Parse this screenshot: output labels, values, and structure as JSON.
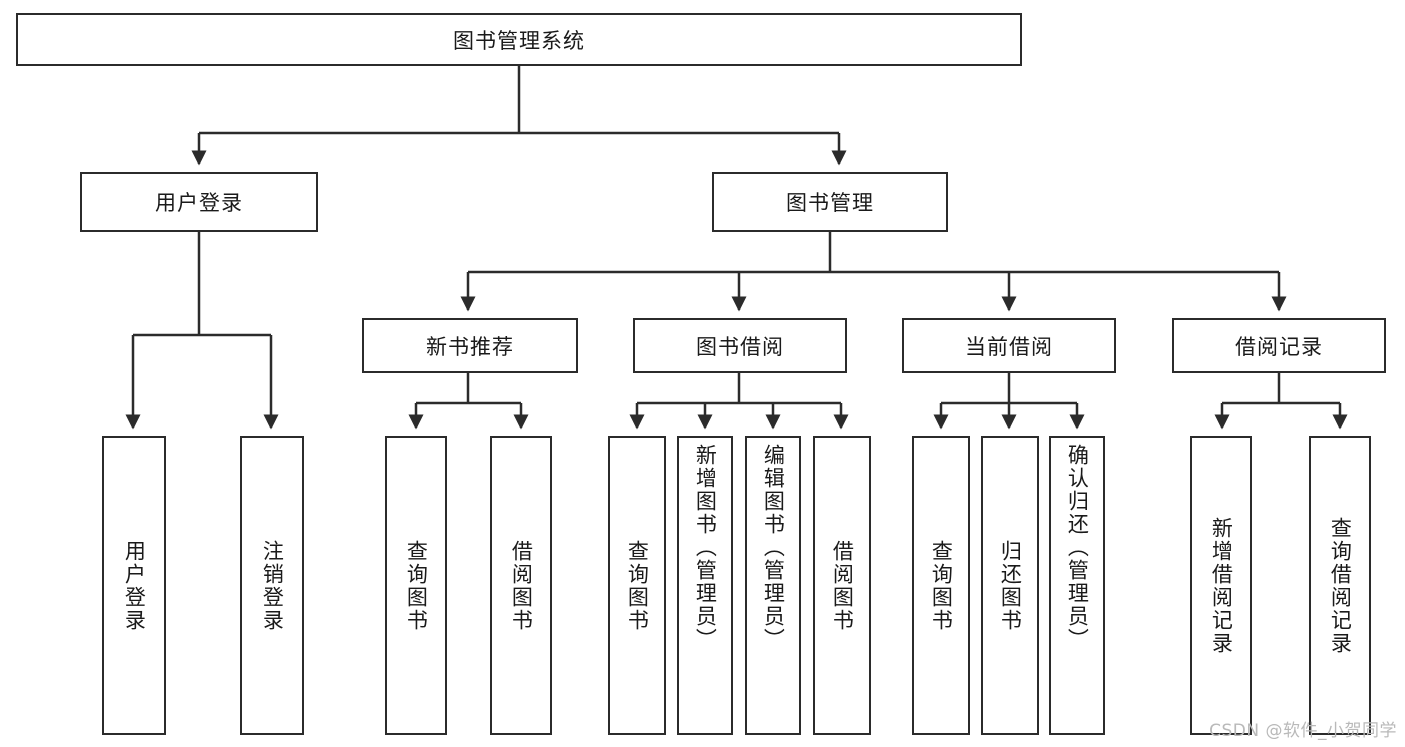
{
  "diagram": {
    "title": "图书管理系统",
    "type": "hierarchy-tree",
    "colors": {
      "box_border": "#2b2b2b",
      "box_fill": "#ffffff",
      "edge": "#2b2b2b",
      "text": "#1a1a1a",
      "watermark": "#b9b9b9"
    },
    "levels": {
      "root": "图书管理系统",
      "level2": [
        "用户登录",
        "图书管理"
      ],
      "level3": [
        "新书推荐",
        "图书借阅",
        "当前借阅",
        "借阅记录"
      ],
      "leaves": [
        "用户登录",
        "注销登录",
        "查询图书",
        "借阅图书",
        "查询图书",
        "新增图书（管理员）",
        "编辑图书（管理员）",
        "借阅图书",
        "查询图书",
        "归还图书",
        "确认归还（管理员）",
        "新增借阅记录",
        "查询借阅记录"
      ]
    }
  },
  "nodes": {
    "root": {
      "label": "图书管理系统"
    },
    "user_login": {
      "label": "用户登录"
    },
    "book_manage": {
      "label": "图书管理"
    },
    "new_book_rec": {
      "label": "新书推荐"
    },
    "book_borrow": {
      "label": "图书借阅"
    },
    "current_borrow": {
      "label": "当前借阅"
    },
    "borrow_record": {
      "label": "借阅记录"
    },
    "leaf_user_login": {
      "label": "用户登录"
    },
    "leaf_logout": {
      "label": "注销登录"
    },
    "leaf_query_book_a": {
      "label": "查询图书"
    },
    "leaf_borrow_book_a": {
      "label": "借阅图书"
    },
    "leaf_query_book_b": {
      "label": "查询图书"
    },
    "leaf_add_book": {
      "label": "新增图书（管理员）"
    },
    "leaf_edit_book": {
      "label": "编辑图书（管理员）"
    },
    "leaf_borrow_book_b": {
      "label": "借阅图书"
    },
    "leaf_query_book_c": {
      "label": "查询图书"
    },
    "leaf_return_book": {
      "label": "归还图书"
    },
    "leaf_confirm_return": {
      "label": "确认归还（管理员）"
    },
    "leaf_add_record": {
      "label": "新增借阅记录"
    },
    "leaf_query_record": {
      "label": "查询借阅记录"
    }
  },
  "watermark": {
    "text": "CSDN @软件_小贺同学"
  }
}
